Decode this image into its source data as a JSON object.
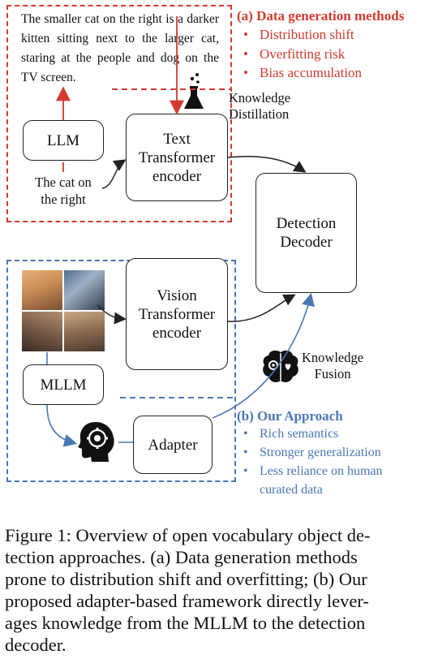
{
  "caption_text": "The smaller cat on the right is a darker kitten sitting next to the larger cat, staring at the people and dog on the TV screen.",
  "data_gen": {
    "title": "(a) Data generation methods",
    "items": [
      "Distribution shift",
      "Overfitting risk",
      "Bias accumulation"
    ]
  },
  "labels": {
    "knowledge_distillation": [
      "Knowledge",
      "Distillation"
    ],
    "knowledge_fusion": [
      "Knowledge",
      "Fusion"
    ],
    "query": [
      "The cat on",
      "the right"
    ]
  },
  "boxes": {
    "llm": "LLM",
    "text_encoder": [
      "Text",
      "Transformer",
      "encoder"
    ],
    "detection_decoder": [
      "Detection",
      "Decoder"
    ],
    "vision_encoder": [
      "Vision",
      "Transformer",
      "encoder"
    ],
    "mllm": "MLLM",
    "adapter": "Adapter"
  },
  "our_approach": {
    "title": "(b) Our Approach",
    "items": [
      "Rich semantics",
      "Stronger generalization",
      "Less reliance on human",
      "curated data"
    ]
  },
  "figure_caption": [
    "Figure 1: Overview of open vocabulary object de-",
    "tection approaches. (a) Data generation methods",
    "prone to distribution shift and overfitting; (b) Our",
    "proposed adapter-based framework directly lever-",
    "ages knowledge from the MLLM to the detection",
    "decoder."
  ],
  "colors": {
    "red": "#d23a2f",
    "blue": "#4a77b4",
    "black": "#222222"
  },
  "icons": [
    "flask-icon",
    "brain-gear-icon",
    "head-gear-icon"
  ]
}
